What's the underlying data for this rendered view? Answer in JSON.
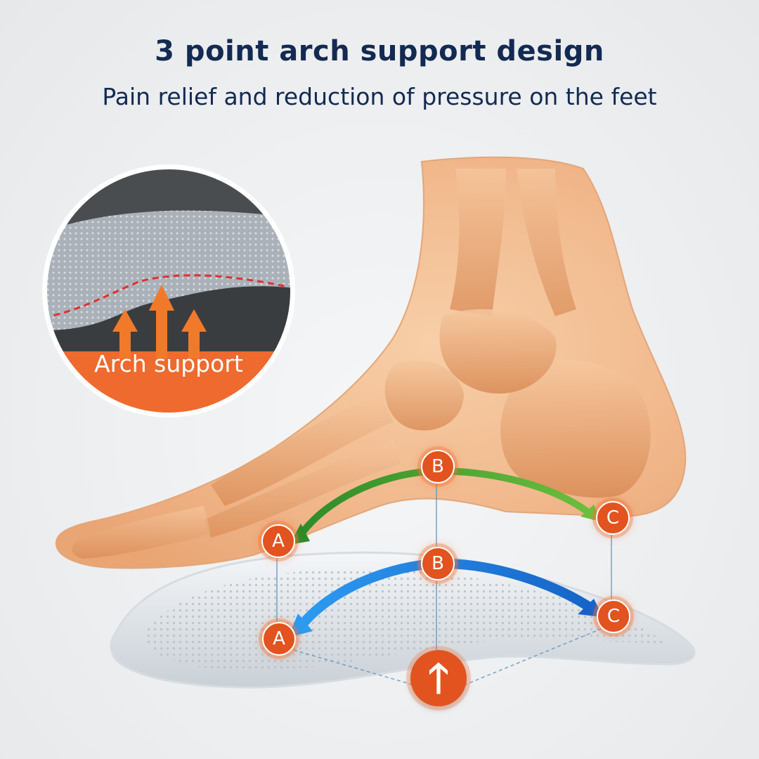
{
  "heading": {
    "title": "3 point arch support design",
    "subtitle": "Pain relief and reduction of pressure on the feet"
  },
  "callout": {
    "label": "Arch support"
  },
  "points": {
    "foot": [
      "A",
      "B",
      "C"
    ],
    "insole": [
      "A",
      "B",
      "C"
    ]
  },
  "icons": {
    "up_arrow": "up-arrow-icon",
    "up_arrow_glyph": "🡑"
  },
  "colors": {
    "heading_text": "#132a52",
    "marker": "#e2531f",
    "foot_arc": "#3f9a32",
    "insole_arc": "#1e7fe0",
    "arch_orange": "#f07a2a",
    "skin": "#f2b98c"
  }
}
